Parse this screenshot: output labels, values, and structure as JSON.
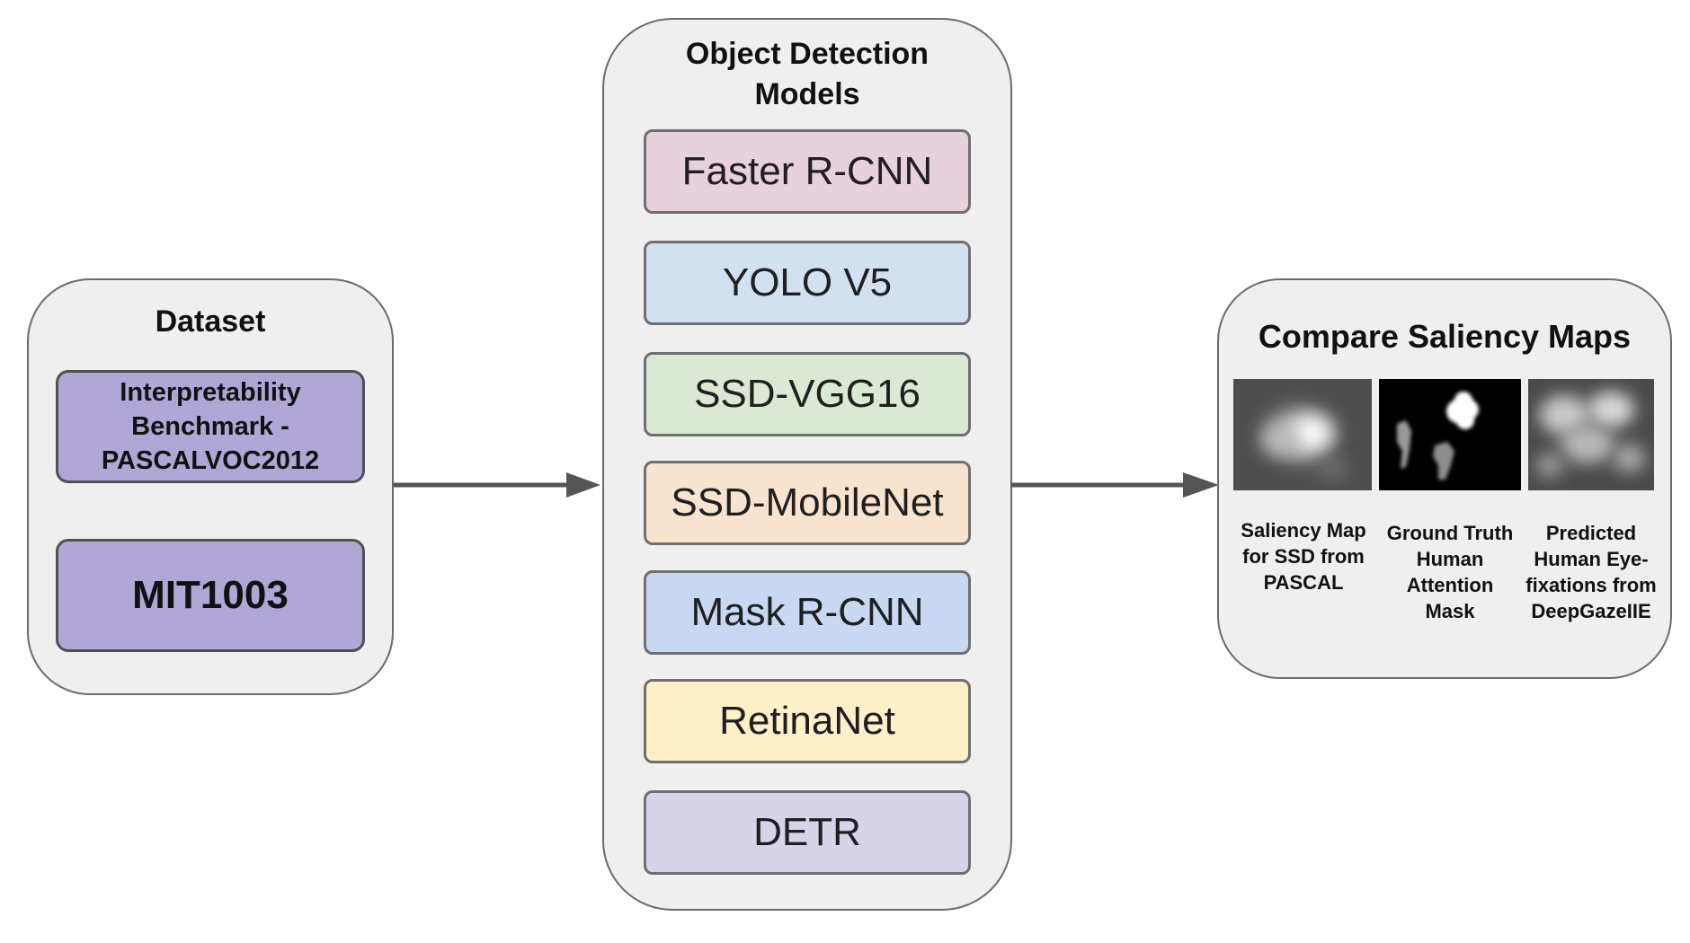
{
  "dataset": {
    "title": "Dataset",
    "items": [
      "Interpretability Benchmark - PASCALVOC2012",
      "MIT1003"
    ]
  },
  "models": {
    "title": "Object Detection Models",
    "items": [
      {
        "label": "Faster R-CNN",
        "color": "#e6d1dc"
      },
      {
        "label": "YOLO V5",
        "color": "#d2e1f0"
      },
      {
        "label": "SSD-VGG16",
        "color": "#dbe8d4"
      },
      {
        "label": "SSD-MobileNet",
        "color": "#f8e4ce"
      },
      {
        "label": "Mask R-CNN",
        "color": "#c9d8f2"
      },
      {
        "label": "RetinaNet",
        "color": "#fcf0c9"
      },
      {
        "label": "DETR",
        "color": "#d7d3e8"
      }
    ]
  },
  "compare": {
    "title": "Compare Saliency Maps",
    "maps": [
      {
        "caption": "Saliency Map for SSD from PASCAL"
      },
      {
        "caption": "Ground Truth Human Attention Mask"
      },
      {
        "caption": "Predicted Human Eye-fixations from DeepGazeIIE"
      }
    ]
  }
}
